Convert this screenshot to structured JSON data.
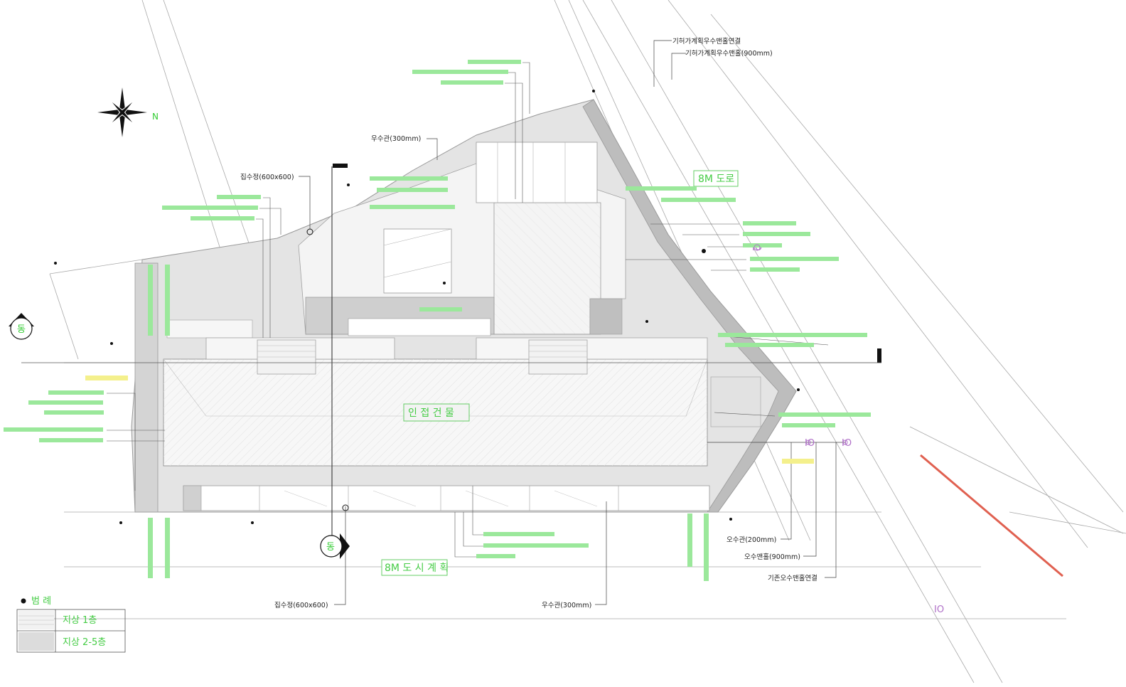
{
  "labels": {
    "storm_connect_top": "기허가계획우수맨홀연결",
    "storm_manhole_top": "기허가계획우수맨홀(900mm)",
    "storm_pipe_top": "우수관(300mm)",
    "catch_basin_top": "집수정(600x600)",
    "catch_basin_bottom": "집수정(600x600)",
    "storm_pipe_bottom": "우수관(300mm)",
    "sewer_pipe": "오수관(200mm)",
    "sewer_manhole": "오수맨홀(900mm)",
    "sewer_connect": "기존오수맨홀연결"
  },
  "areas": {
    "building": "인 접 건 물",
    "road_east": "8M 도로",
    "road_south": "8M 도 시 계 획"
  },
  "markers": {
    "west": "동",
    "south": "동"
  },
  "legend": {
    "title": "범 례",
    "items": [
      {
        "label": "지상 1층",
        "color": "#f2f2f2"
      },
      {
        "label": "지상 2-5층",
        "color": "#dcdcdc"
      }
    ]
  },
  "pipe_marks": [
    "IO",
    "IO",
    "IO",
    "IO"
  ],
  "colors": {
    "annotation": "#33cc33",
    "line": "#999999",
    "shade_dark": "#c8c8c8",
    "shade_light": "#ececec",
    "accent": "#e06050",
    "pipe": "#b070c8"
  }
}
